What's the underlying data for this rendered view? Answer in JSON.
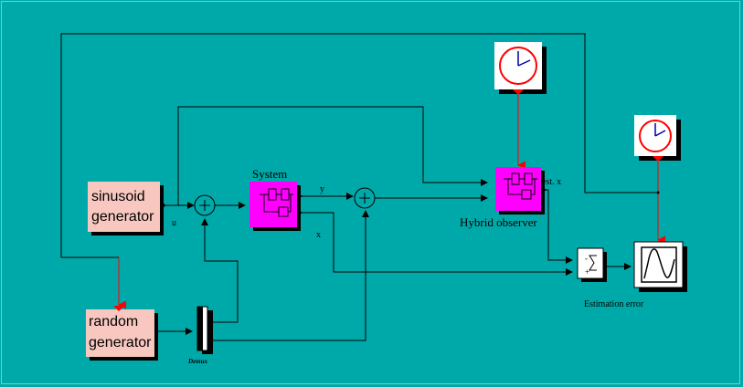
{
  "blocks": {
    "sinusoid": {
      "line1": "sinusoid",
      "line2": "generator",
      "color": "#f8c8c0"
    },
    "random": {
      "line1": "random",
      "line2": "generator",
      "color": "#f8c8c0"
    },
    "system": {
      "title": "System",
      "color": "#ff00ff"
    },
    "hybrid": {
      "title": "Hybrid observer",
      "color": "#ff00ff"
    },
    "demux": {
      "label": "Demux"
    },
    "estimation": {
      "label": "Estimation error"
    }
  },
  "ports": {
    "u": "u",
    "y": "y",
    "x": "x",
    "est_x": "est. x"
  },
  "colors": {
    "background": "#00a9a9",
    "wire": "#000000",
    "event_wire": "#ff0000",
    "clock_face": "#ff0000",
    "clock_hand": "#0000aa"
  }
}
